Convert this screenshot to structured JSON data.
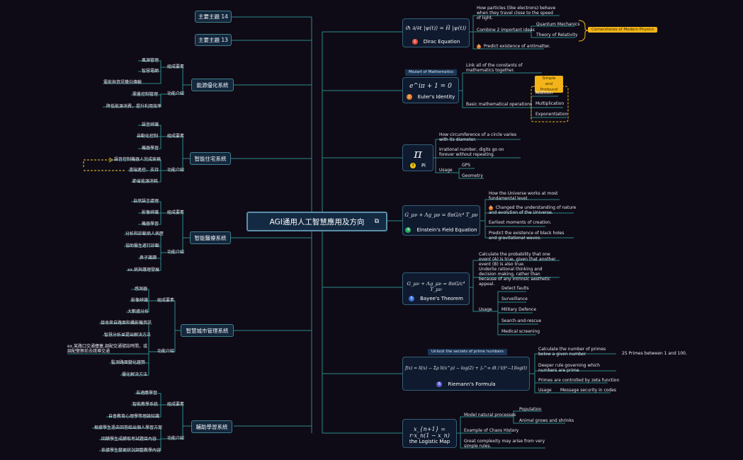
{
  "central": {
    "title": "AGI通用人工智慧應用及方向",
    "icon": "external-link-icon"
  },
  "left": {
    "topic14": "主要主題 14",
    "topic13": "主要主題 13",
    "energy": {
      "title": "能源優化系統",
      "g1": "組成要素",
      "g1_items": [
        "風源管理",
        "智慧電網",
        "電能與資訊雙向傳輸"
      ],
      "g2": "功能介紹",
      "g2_items": [
        "需量控制管理",
        "降低能源消費，提升利用效率"
      ]
    },
    "home": {
      "title": "智能住宅系統",
      "g1": "組成要素",
      "g1_items": [
        "語音辨識",
        "自動化控制",
        "機器學習"
      ],
      "g2": "功能介紹",
      "g2_items": [
        "語音控制機器人完成家務",
        "遠端遙控、支持",
        "節省能源消耗"
      ]
    },
    "medical": {
      "title": "智能醫療系統",
      "g1": "組成要素",
      "g1_items": [
        "自然語言處理",
        "影像辨識",
        "機器學習"
      ],
      "g2": "功能介紹",
      "g2_items": [
        "分析和診斷病人病歷",
        "協助醫生進行診斷",
        "鼻子識讀",
        "xx.病與護理發展"
      ]
    },
    "city": {
      "title": "智慧城市管理系統",
      "g1": "組成要素",
      "g1_items": [
        "感測器",
        "影像辨識",
        "大數據分析"
      ],
      "g2": "功能介紹",
      "g2_items": [
        "接收來自路面和攝影機資訊",
        "智慧分析並提出解決方法",
        "ex.某路口交通壅塞,調配交通號誌時間，或調配警察前去疏導交通",
        "監測路面變化趨勢",
        "優化解決方法"
      ]
    },
    "learning": {
      "title": "輔助學習系統",
      "g1": "組成要素",
      "g1_items": [
        "自適應學習",
        "智能教學系統",
        "自會教育心理學等理論知識"
      ],
      "g2": "功能介紹",
      "g2_items": [
        "根據學生過去回答給出個人學習方案",
        "回饋學生成績取考試題目內容",
        "依據學生變更狀況調整教學內容"
      ]
    }
  },
  "right": {
    "dirac": {
      "formula": "iħ ∂/∂t |ψ(t)⟩ = Ĥ |ψ(t)⟩",
      "num": "1",
      "title": "Dirac Equation",
      "b1": "How particles (like electrons) behave when they travel close to the speed of light.",
      "b2": "Combine 2 important ideas",
      "b2a": "Quantum Mechanics",
      "b2b": "Theory of Relativity",
      "summary": "Cornerstones of Modern Physics",
      "b3": "Predict existence of antimatter.",
      "b3_icon": "1"
    },
    "euler": {
      "tag": "Mozart of Mathematics",
      "formula": "e^iπ + 1 = 0",
      "num": "2",
      "title": "Euler's Identity",
      "b1": "Link all of the constants of mathematics together.",
      "b2": "Basic mathematical operations",
      "callout": "Simple and Profound",
      "ops": [
        "Addition",
        "Multiplication",
        "Exponentiation"
      ]
    },
    "pi": {
      "formula": "π",
      "num": "3",
      "title": "Pi",
      "b1": "How circumference of a circle varies with its diameter.",
      "b2": "Irrational number, digits go on forever without repeating.",
      "b3": "Usage",
      "uses": [
        "GPS",
        "Geometry"
      ]
    },
    "einstein": {
      "formula": "G_μν + Λg_μν = 8πG/c⁴ T_μν",
      "num": "4",
      "title": "Einstein's Field Equation",
      "b1": "How the Universe works at most fundamental level.",
      "b2": "Changed the understanding of nature and evolution of the Universe.",
      "b2_icon": "1",
      "b3": "Earliest moments of creation.",
      "b4": "Predict the existence of black holes and gravitational waves."
    },
    "bayes": {
      "formula": "G_μν + Λg_μν = 8πG/c⁴ T_μν",
      "num": "5",
      "title": "Bayee's Theorem",
      "b1": "Calculate the probability that one event (A) is true, given that another event (B) is also true.",
      "b2": "Underlie rational thinking and decision making, rather than because of any intrinsic aesthetic appeal.",
      "b3": "Usage",
      "uses": [
        "Detect faults",
        "Surveillance",
        "Military Defence",
        "Search-and-rescue",
        "Medical screening"
      ]
    },
    "riemann": {
      "tag": "Unlock the secrets of prime numbers",
      "formula": "f(x) = li(x) − Σρ li(x^ρ) − log(2) + ∫ₓ^∞ dt / t(t²−1)log(t)",
      "num": "6",
      "title": "Riemann's Formula",
      "b1": "Calculate the number of primes below a given number",
      "b1a": "25 Primes between 1 and 100.",
      "b2": "Deeper rule governing which numbers are prime",
      "b3": "Primes are controlled by zeta function",
      "b4": "Usage",
      "b4a": "Message security in codes"
    },
    "logistic": {
      "formula": "x_{n+1} = r·x_n(1 − x_n)",
      "title": "the Logistic Map",
      "b1": "Model natural processes",
      "b1_items": [
        "Population",
        "Animal grows and shrinks"
      ],
      "b2": "Example of Chaos History",
      "b3": "Great complexity may arise from very simple rules."
    }
  },
  "colors": {
    "bg": "#0f0b16",
    "line": "#2b8a8a",
    "node": "#14283d",
    "accent": "#f2b418",
    "badge_red": "#e74c3c",
    "badge_orange": "#e67e22",
    "badge_yellow": "#f1c40f",
    "badge_green": "#27ae60",
    "badge_blue": "#3b6fd8",
    "badge_purple": "#5b5fd8"
  }
}
